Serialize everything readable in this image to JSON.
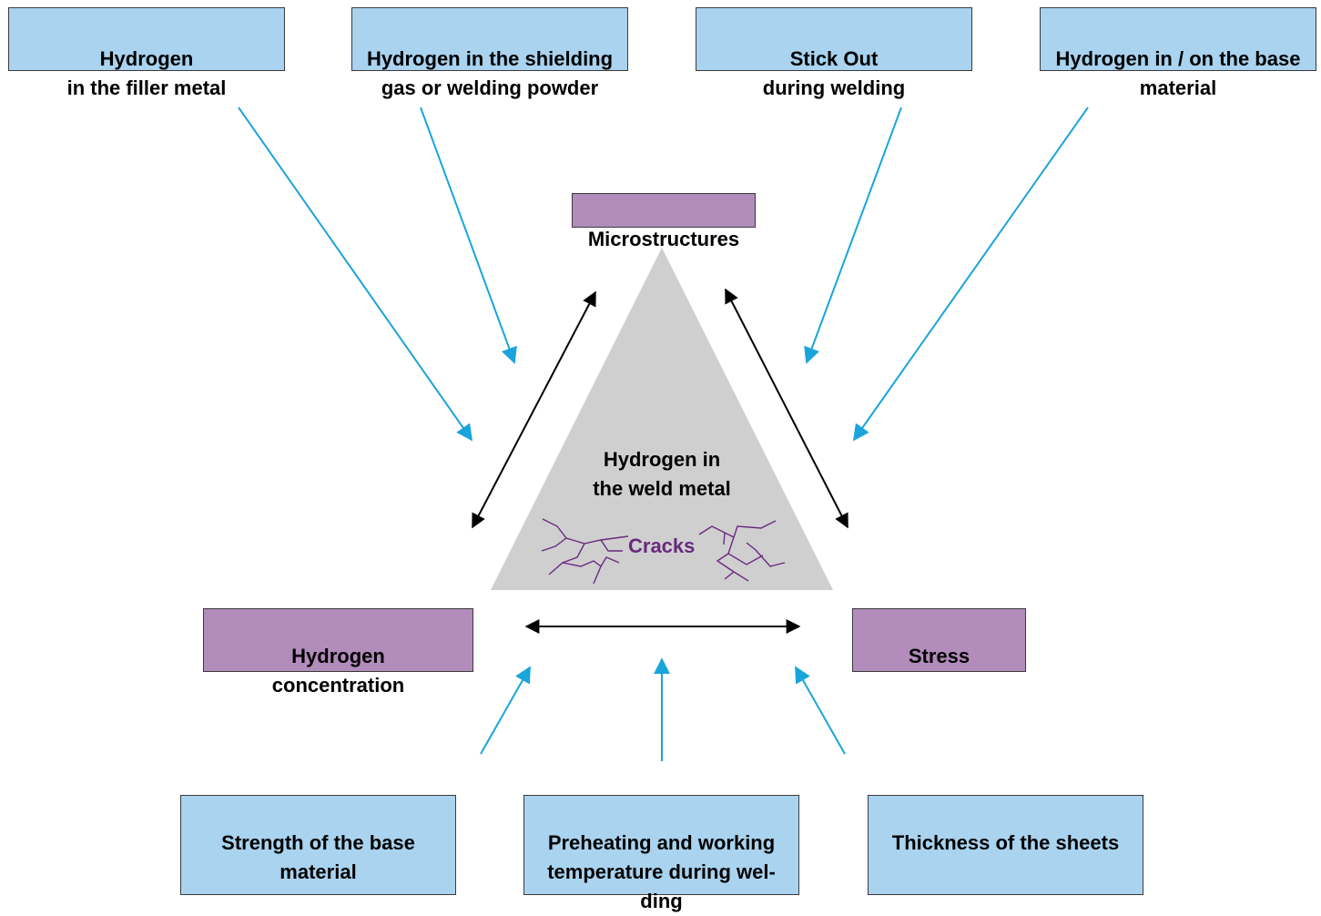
{
  "colors": {
    "factor_box": "#a9d3ef",
    "central_box": "#b28cbb",
    "factor_arrow": "#1aa4dc",
    "relation_arrow": "#000000",
    "triangle": "#cfcfcf",
    "cracks": "#6a2a7e"
  },
  "top_factors": [
    {
      "label": "Hydrogen\nin the filler metal"
    },
    {
      "label": "Hydrogen in the shielding\ngas or welding powder"
    },
    {
      "label": "Stick Out\nduring welding"
    },
    {
      "label": "Hydrogen in / on the base\nmaterial"
    }
  ],
  "central": {
    "microstructures": "Microstructures",
    "hydrogen_concentration": "Hydrogen\nconcentration",
    "stress": "Stress"
  },
  "triangle": {
    "center_label": "Hydrogen in\nthe weld metal",
    "cracks_label": "Cracks"
  },
  "bottom_factors": [
    {
      "label": "Strength of the base\nmaterial"
    },
    {
      "label": "Preheating and working\ntemperature during wel-\nding"
    },
    {
      "label": "Thickness of the sheets"
    }
  ]
}
